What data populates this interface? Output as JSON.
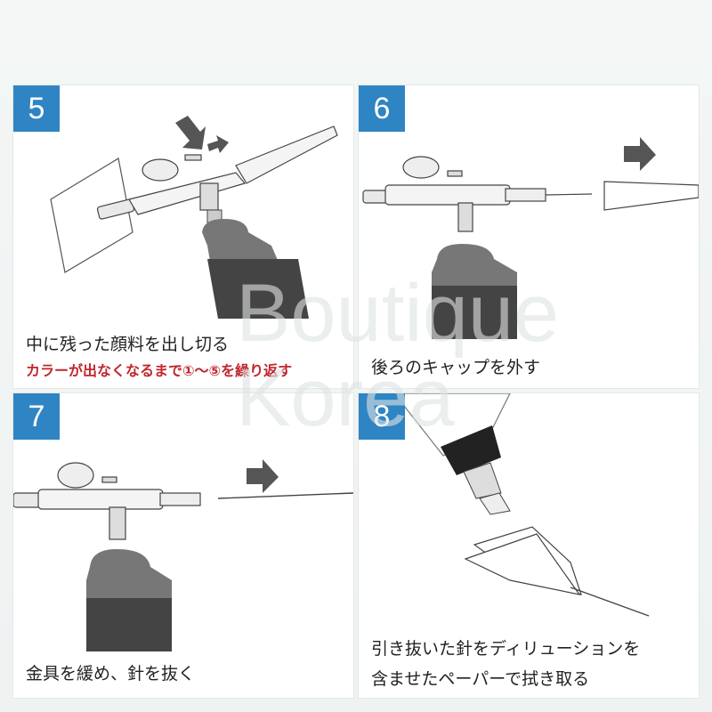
{
  "panels": [
    {
      "number": "5",
      "caption": "中に残った顔料を出し切る",
      "note": "カラーが出なくなるまで①〜⑤を繰り返す"
    },
    {
      "number": "6",
      "caption": "後ろのキャップを外す"
    },
    {
      "number": "7",
      "caption": "金具を緩め、針を抜く"
    },
    {
      "number": "8",
      "caption_line1": "引き抜いた針をディリューションを",
      "caption_line2": "含ませたペーパーで拭き取る"
    }
  ],
  "watermark": {
    "line1": "Boutique",
    "line2": "Korea"
  },
  "colors": {
    "number_badge": "#2f84c4",
    "note_text": "#c0262c",
    "arrow": "#555555",
    "bottle_dark": "#444444",
    "bottle_light": "#777777"
  }
}
